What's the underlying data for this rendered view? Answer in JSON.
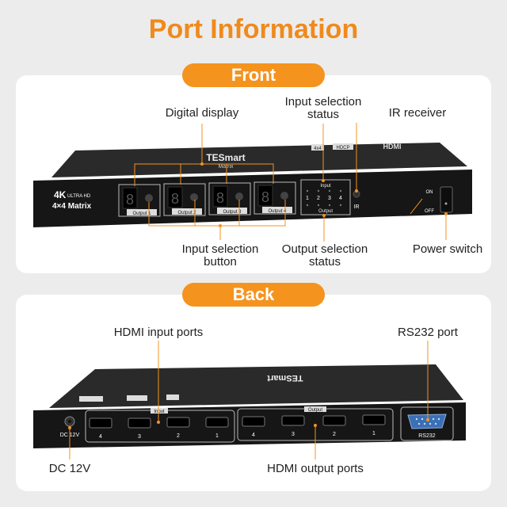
{
  "page": {
    "title": "Port Information",
    "front_label": "Front",
    "back_label": "Back"
  },
  "front": {
    "brand": "TESmart",
    "model": "Matrix",
    "badge_main": "4K",
    "badge_sub": "ULTRA HD",
    "matrix_label": "4×4 Matrix",
    "top_logos": [
      "4x4",
      "HDCP",
      "HDMI"
    ],
    "outputs": [
      "Output 1",
      "Output 2",
      "Output 3",
      "Output 4"
    ],
    "indicator_input_label": "Input",
    "indicator_output_label": "Output",
    "indicator_numbers": [
      "1",
      "2",
      "3",
      "4"
    ],
    "ir_label": "IR",
    "switch_on": "ON",
    "switch_off": "OFF",
    "callouts": {
      "digital_display": "Digital display",
      "input_selection_status_l1": "Input selection",
      "input_selection_status_l2": "status",
      "ir_receiver": "IR receiver",
      "input_selection_button_l1": "Input selection",
      "input_selection_button_l2": "button",
      "output_selection_status_l1": "Output selection",
      "output_selection_status_l2": "status",
      "power_switch": "Power switch"
    }
  },
  "back": {
    "input_group_label": "Input",
    "output_group_label": "Output",
    "input_port_numbers": [
      "4",
      "3",
      "2",
      "1"
    ],
    "output_port_numbers": [
      "4",
      "3",
      "2",
      "1"
    ],
    "dc_label": "DC 12V",
    "rs232_label": "RS232",
    "callouts": {
      "hdmi_input_ports": "HDMI input ports",
      "rs232_port": "RS232 port",
      "dc_12v": "DC 12V",
      "hdmi_output_ports": "HDMI output ports"
    }
  },
  "colors": {
    "accent": "#f5931f",
    "device_body": "#1b1b1b",
    "callout_line": "#f5931f"
  }
}
